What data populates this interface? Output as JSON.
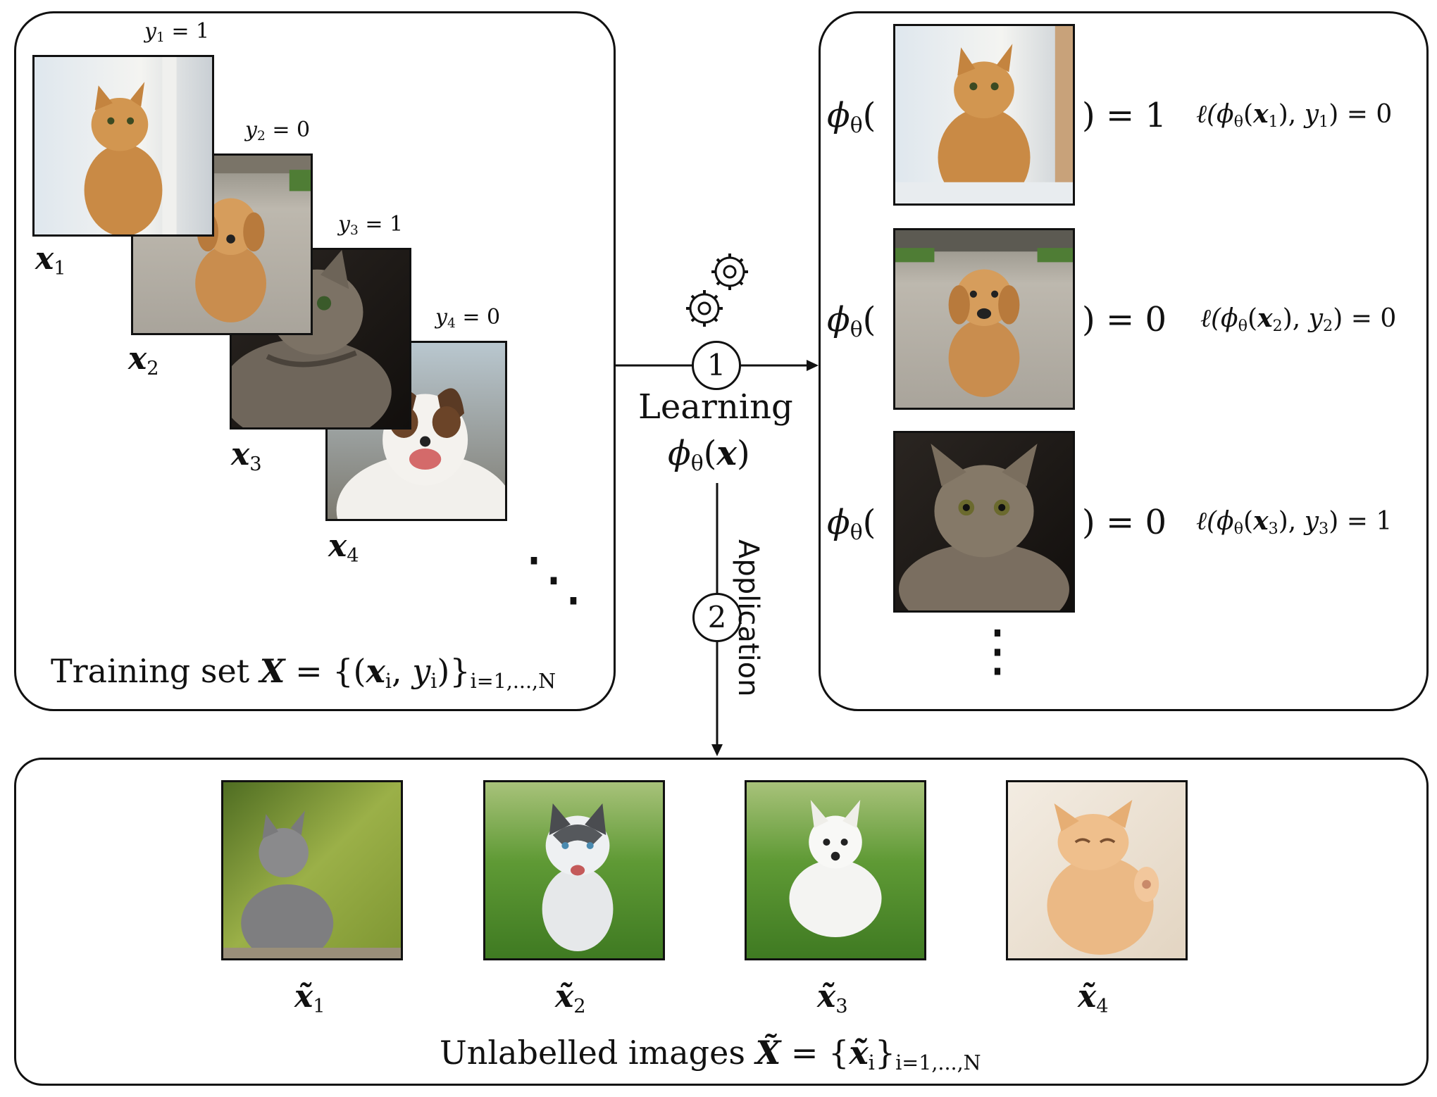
{
  "training": {
    "title_text": "Training set",
    "title_var": "X",
    "title_eq": " = {(",
    "title_xi": "x",
    "title_i": "i",
    "title_comma": ", ",
    "title_yi": "y",
    "title_close": ")}",
    "title_range": "i=1,...,N",
    "items": [
      {
        "var": "x",
        "idx": "1",
        "y_var": "y",
        "y_idx": "1",
        "y_eq": " = 1"
      },
      {
        "var": "x",
        "idx": "2",
        "y_var": "y",
        "y_idx": "2",
        "y_eq": " = 0"
      },
      {
        "var": "x",
        "idx": "3",
        "y_var": "y",
        "y_idx": "3",
        "y_eq": " = 1"
      },
      {
        "var": "x",
        "idx": "4",
        "y_var": "y",
        "y_idx": "4",
        "y_eq": " = 0"
      }
    ],
    "ellipsis": "⋱"
  },
  "learning": {
    "step1": "1",
    "label": "Learning",
    "phi": "ϕ",
    "theta": "θ",
    "fx_open": "(",
    "fx_var": "x",
    "fx_close": ")",
    "step2": "2",
    "application": "Application"
  },
  "predictions": {
    "rows": [
      {
        "phi": "ϕ",
        "theta": "θ",
        "open": "(",
        "close": ")",
        "result": " = 1",
        "loss_l": "ℓ(",
        "loss_phi": "ϕ",
        "loss_theta": "θ",
        "loss_open": "(",
        "loss_x": "x",
        "loss_xi": "1",
        "loss_mid": "), ",
        "loss_y": "y",
        "loss_yi": "1",
        "loss_end": ") = 0"
      },
      {
        "phi": "ϕ",
        "theta": "θ",
        "open": "(",
        "close": ")",
        "result": " = 0",
        "loss_l": "ℓ(",
        "loss_phi": "ϕ",
        "loss_theta": "θ",
        "loss_open": "(",
        "loss_x": "x",
        "loss_xi": "2",
        "loss_mid": "), ",
        "loss_y": "y",
        "loss_yi": "2",
        "loss_end": ") = 0"
      },
      {
        "phi": "ϕ",
        "theta": "θ",
        "open": "(",
        "close": ")",
        "result": " = 0",
        "loss_l": "ℓ(",
        "loss_phi": "ϕ",
        "loss_theta": "θ",
        "loss_open": "(",
        "loss_x": "x",
        "loss_xi": "3",
        "loss_mid": "), ",
        "loss_y": "y",
        "loss_yi": "3",
        "loss_end": ") = 1"
      }
    ],
    "ellipsis": "⋮"
  },
  "unlabelled": {
    "title_text": "Unlabelled images",
    "title_var": "X̃",
    "title_eq": " = {",
    "title_xi": "x̃",
    "title_i": "i",
    "title_close": "}",
    "title_range": "i=1,...,N",
    "items": [
      {
        "var": "x̃",
        "idx": "1"
      },
      {
        "var": "x̃",
        "idx": "2"
      },
      {
        "var": "x̃",
        "idx": "3"
      },
      {
        "var": "x̃",
        "idx": "4"
      }
    ]
  }
}
